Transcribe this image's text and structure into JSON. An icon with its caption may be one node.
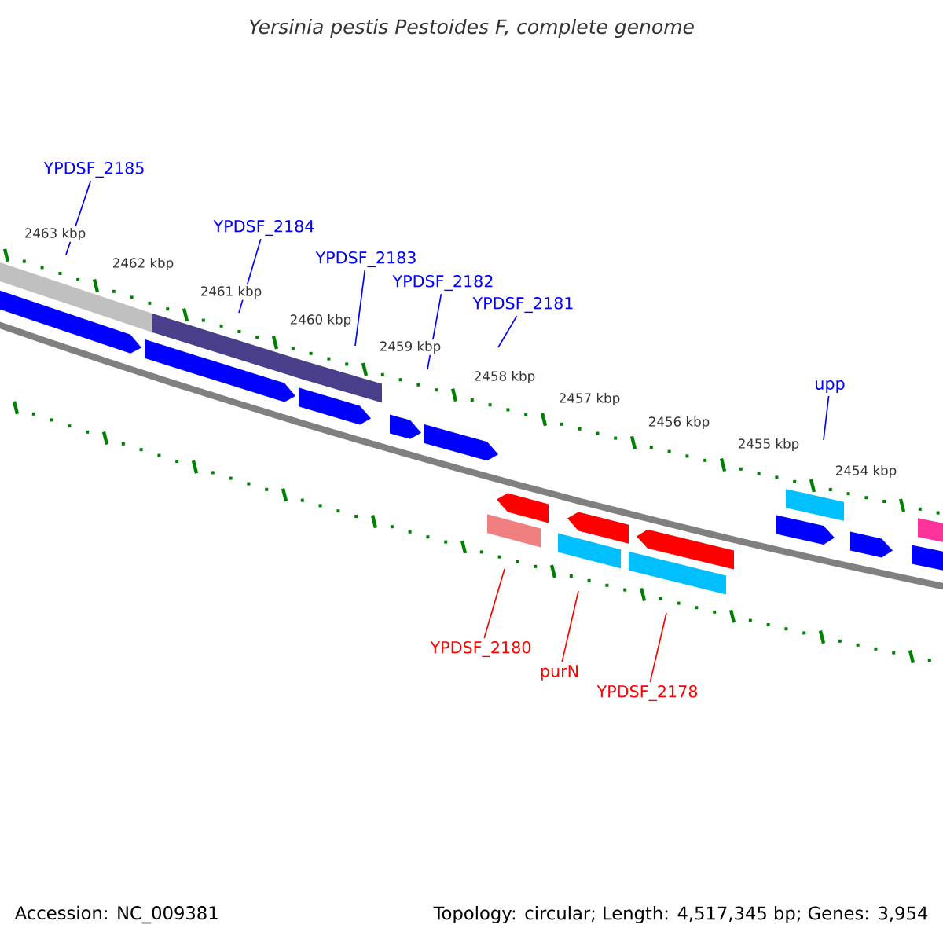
{
  "diagram": {
    "title": "Yersinia pestis Pestoides F, complete genome",
    "nodes": [
      {
        "text": [
          "YPDSF_2185"
        ]
      },
      {
        "text": [
          "YPDSF_2184"
        ]
      },
      {
        "text": [
          "YPDSF_2183"
        ]
      },
      {
        "text": [
          "YPDSF_2182"
        ]
      },
      {
        "text": [
          "YPDSF_2181"
        ]
      },
      {
        "text": [
          "upp"
        ]
      },
      {
        "text": [
          "YPDSF_2180"
        ]
      },
      {
        "text": [
          "purN"
        ]
      },
      {
        "text": [
          "YPDSF_2178"
        ]
      }
    ],
    "edges": [
      {
        "from": 0,
        "to": null,
        "arrow": "none"
      },
      {
        "from": 1,
        "to": null,
        "arrow": "none"
      },
      {
        "from": 2,
        "to": null,
        "arrow": "none"
      },
      {
        "from": 3,
        "to": null,
        "arrow": "none"
      },
      {
        "from": 4,
        "to": null,
        "arrow": "none"
      },
      {
        "from": 5,
        "to": null,
        "arrow": "none"
      },
      {
        "from": 6,
        "to": null,
        "arrow": "none",
        "color": "#ff0000"
      },
      {
        "from": 7,
        "to": null,
        "arrow": "none",
        "color": "#ff0000"
      },
      {
        "from": 8,
        "to": null,
        "arrow": "none",
        "color": "#ff0000"
      }
    ],
    "labels": [
      "2463 kbp",
      "2462 kbp",
      "2461 kbp",
      "2460 kbp",
      "2459 kbp",
      "2458 kbp",
      "2457 kbp",
      "2456 kbp",
      "2455 kbp",
      "2454 kbp",
      "Accession: NC_009381",
      "Topology: circular; Length: 4,517,345 bp; Genes: 3,954"
    ]
  }
}
